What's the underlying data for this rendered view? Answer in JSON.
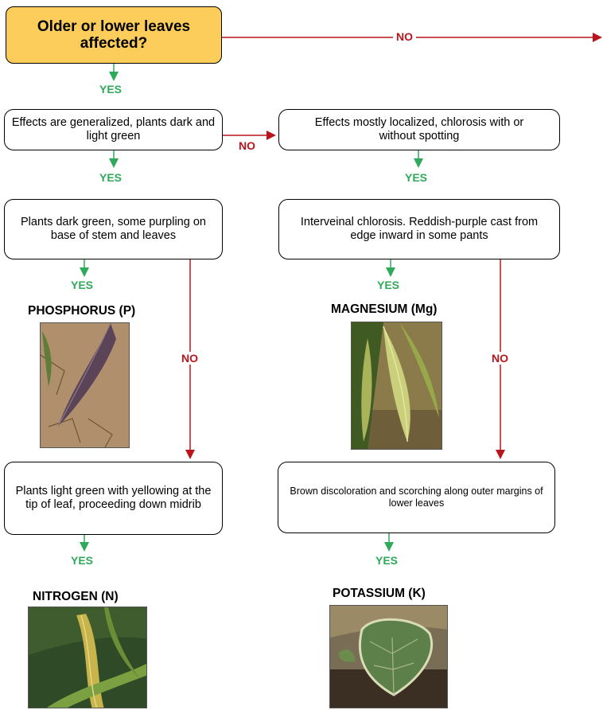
{
  "start": {
    "text": "Older or lower leaves affected?"
  },
  "boxes": {
    "generalized": "Effects are generalized, plants dark and light green",
    "localized": "Effects mostly localized, chlorosis with or without spotting",
    "dark_green": "Plants dark green, some purpling on base of stem and leaves",
    "interveinal": "Interveinal chlorosis. Reddish-purple cast from edge inward in some pants",
    "light_green": "Plants light green with yellowing at the tip of leaf, proceeding down midrib",
    "brown": "Brown discoloration and scorching along outer margins of lower leaves"
  },
  "labels": {
    "yes": "YES",
    "no": "NO"
  },
  "results": {
    "phosphorus": "PHOSPHORUS (P)",
    "magnesium": "MAGNESIUM (Mg)",
    "nitrogen": "NITROGEN (N)",
    "potassium": "POTASSIUM (K)"
  },
  "colors": {
    "start_fill": "#fccd5a",
    "yes": "#2faa5a",
    "no": "#b8161c"
  }
}
